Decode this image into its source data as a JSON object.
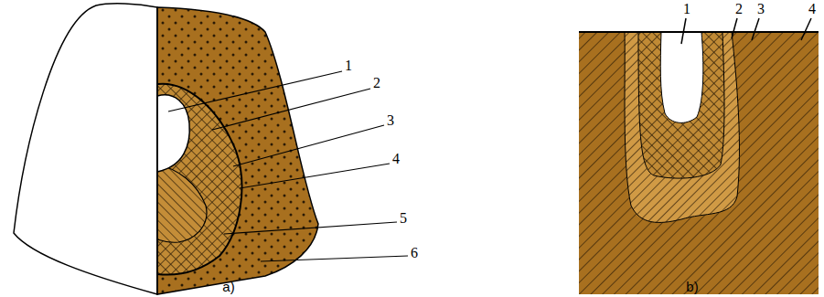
{
  "diagram": {
    "labels": [
      "1",
      "2",
      "3",
      "4",
      "5",
      "6",
      "a)",
      "1",
      "2",
      "3",
      "4",
      "b)"
    ]
  }
}
